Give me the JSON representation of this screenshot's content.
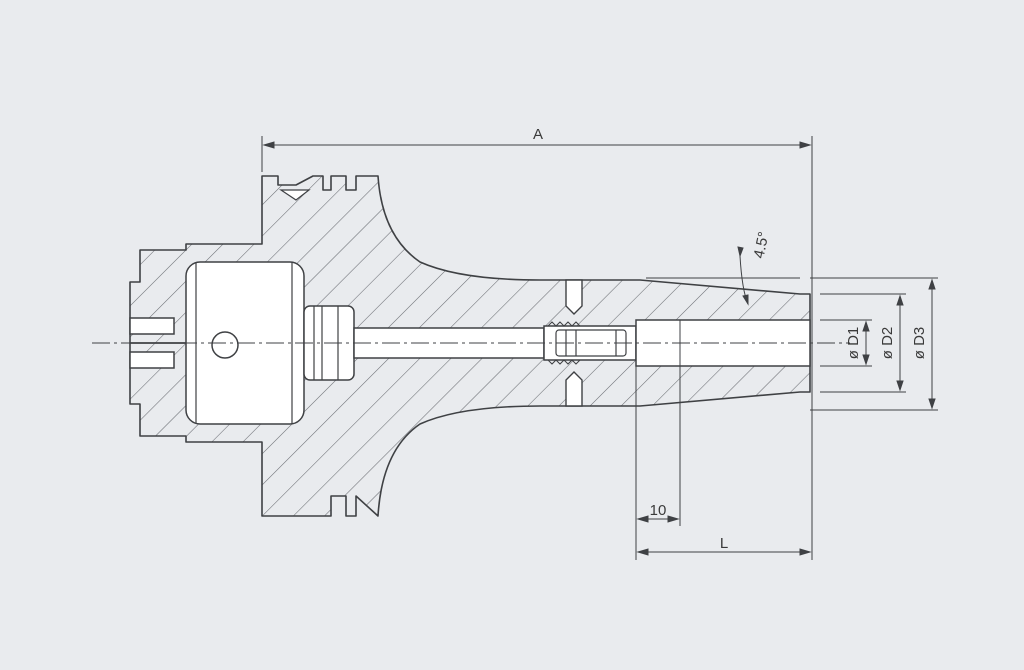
{
  "drawing": {
    "dimensions": {
      "overall_length": "A",
      "projection_length": "L",
      "offset": "10",
      "taper_angle": "4.5°",
      "diameter_1": "ø D1",
      "diameter_2": "ø D2",
      "diameter_3": "ø D3"
    },
    "colors": {
      "background": "#e9ebee",
      "line": "#3f4144",
      "hatch": "#6a6d72",
      "body": "#ffffff"
    }
  }
}
